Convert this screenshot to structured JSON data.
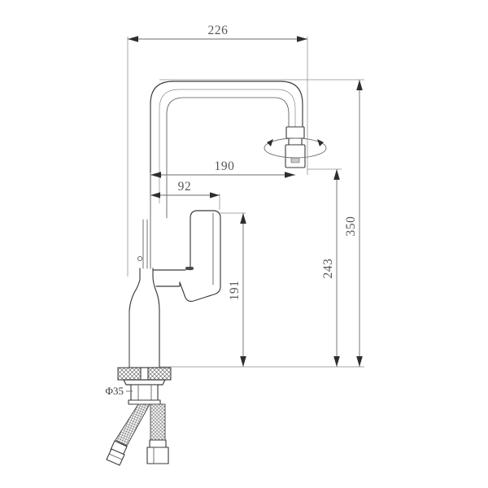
{
  "drawing": {
    "title": "Kitchen Faucet Dimensional Drawing",
    "background_color": "#ffffff",
    "line_color": "#3a3a3a",
    "dimension_color": "#6b6b6b",
    "text_color": "#555555",
    "units": "mm",
    "view": "front elevation"
  },
  "dimensions": {
    "spout_reach_total": "226",
    "spout_reach_outlet": "190",
    "handle_offset": "92",
    "overall_height": "350",
    "spout_outlet_height": "243",
    "handle_top_height": "191",
    "mounting_hole_diameter": "Φ35"
  },
  "dimension_list": [
    {
      "label": "226",
      "orientation": "horizontal",
      "position": "top"
    },
    {
      "label": "190",
      "orientation": "horizontal",
      "position": "middle-upper"
    },
    {
      "label": "92",
      "orientation": "horizontal",
      "position": "middle"
    },
    {
      "label": "191",
      "orientation": "vertical",
      "position": "inner-right"
    },
    {
      "label": "243",
      "orientation": "vertical",
      "position": "right"
    },
    {
      "label": "350",
      "orientation": "vertical",
      "position": "far-right"
    },
    {
      "label": "Φ35",
      "orientation": "leader",
      "position": "base"
    }
  ],
  "components": [
    {
      "name": "spout-arc",
      "description": "square-arc gooseneck spout"
    },
    {
      "name": "aerator-outlet",
      "description": "spout tip aerator"
    },
    {
      "name": "swivel-indicator",
      "description": "rotation ellipse with arrows"
    },
    {
      "name": "lever-handle",
      "description": "side lever handle"
    },
    {
      "name": "faucet-body",
      "description": "tapered cylindrical body column"
    },
    {
      "name": "deck-washer",
      "description": "hatched mounting washer"
    },
    {
      "name": "threaded-shank",
      "description": "mounting shank"
    },
    {
      "name": "supply-hose-left",
      "description": "braided flexible supply hose"
    },
    {
      "name": "supply-hose-right",
      "description": "braided flexible supply hose"
    },
    {
      "name": "hose-nut-left",
      "description": "hex connector nut"
    },
    {
      "name": "hose-nut-right",
      "description": "hex connector nut"
    }
  ]
}
